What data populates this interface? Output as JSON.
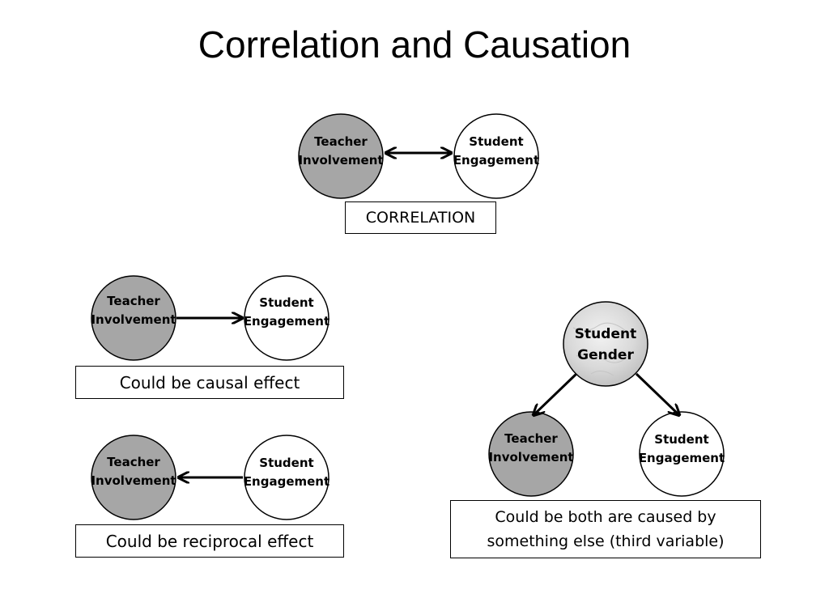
{
  "title": "Correlation and Causation",
  "nodes": {
    "teacher_line1": "Teacher",
    "teacher_line2": "Involvement",
    "student_line1": "Student",
    "student_line2": "Engagement",
    "gender_line1": "Student",
    "gender_line2": "Gender"
  },
  "captions": {
    "correlation": "CORRELATION",
    "causal": "Could be causal effect",
    "reciprocal": "Could be reciprocal effect",
    "third_line1": "Could be both are caused by",
    "third_line2": "something else (third variable)"
  },
  "colors": {
    "teacher_fill": "#a6a6a6",
    "student_fill": "#ffffff",
    "gender_fill": "#dcdcdc",
    "stroke": "#000000"
  }
}
